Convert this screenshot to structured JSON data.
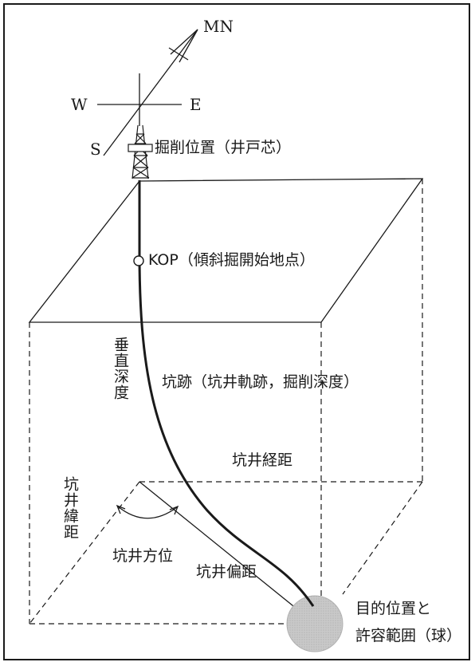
{
  "compass": {
    "north_label": "MN",
    "west_label": "W",
    "east_label": "E",
    "south_label": "S"
  },
  "labels": {
    "drill_site": "掘削位置（井戸芯）",
    "kop": "KOP（傾斜掘開始地点）",
    "vertical_depth": "垂直深度",
    "well_path": "坑跡（坑井軌跡，掘削深度）",
    "latitude_distance": "坑井緯距",
    "departure_distance": "坑井経距",
    "well_azimuth": "坑井方位",
    "offset_distance": "坑井偏距",
    "target_line1": "目的位置と",
    "target_line2": "許容範囲（球）"
  },
  "colors": {
    "line": "#1a1a1a",
    "target_fill": "#c8c8c8",
    "frame": "#1a1a1a"
  }
}
